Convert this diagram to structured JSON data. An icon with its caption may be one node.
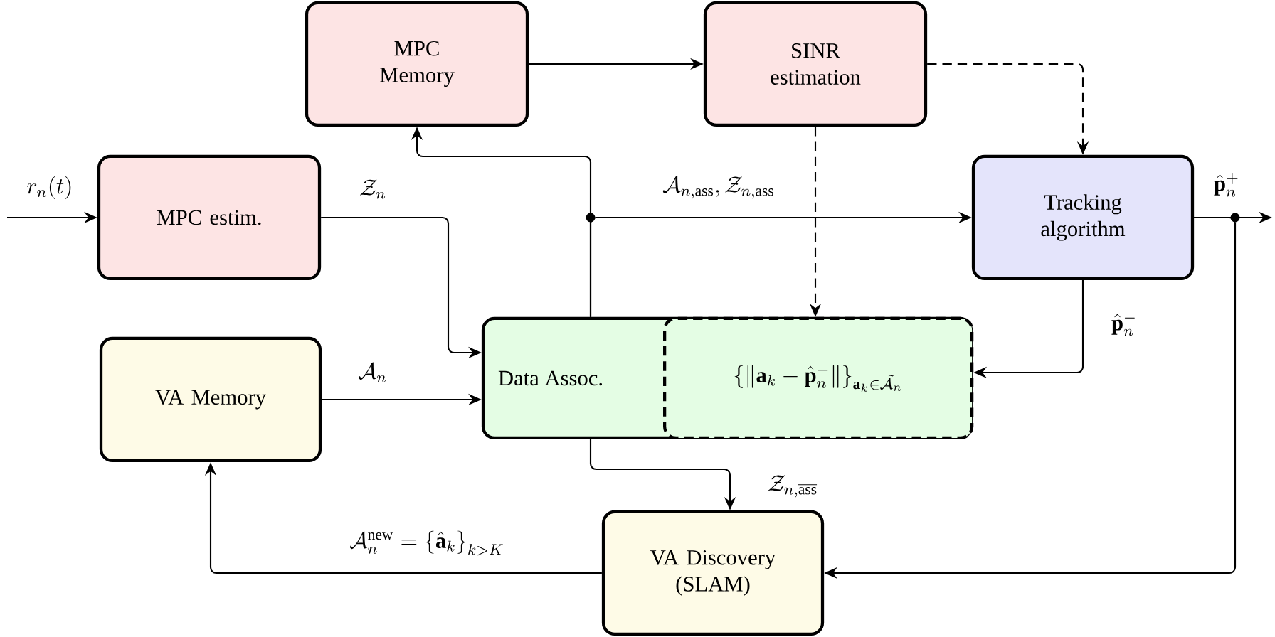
{
  "diagram": {
    "nodes": [
      {
        "text": [
          "MPC Memory"
        ]
      },
      {
        "text": [
          "SINR estimation"
        ]
      },
      {
        "text": [
          "MPC estim."
        ]
      },
      {
        "text": [
          "Tracking algorithm"
        ]
      },
      {
        "text": [
          "VA Memory"
        ]
      },
      {
        "text": [
          "Data Assoc."
        ]
      },
      {
        "text": [
          "\\left\\{\\|\\mathbf{a}_k-\\hat{\\mathbf{p}}_n^-\\|\\right\\}_{\\mathbf{a}_k\\in\\tilde{\\mathcal{A}_n}}"
        ],
        "in": 5
      },
      {
        "text": [
          "VA Discovery (SLAM)"
        ]
      }
    ],
    "edges": [
      {
        "from": null,
        "to": 2,
        "arrow": "to",
        "label": "r_n(t)"
      },
      {
        "from": 2,
        "to": 5,
        "arrow": "to",
        "label": "\\mathcal{Z}_n"
      },
      {
        "from": 4,
        "to": 5,
        "arrow": "to",
        "label": "\\mathcal{A}_n"
      },
      {
        "from": 5,
        "to": 0,
        "arrow": "to"
      },
      {
        "from": 5,
        "to": 3,
        "arrow": "to",
        "label": "\\mathcal{A}_{n,\\mathrm{ass}}, \\mathcal{Z}_{n,\\mathrm{ass}}"
      },
      {
        "from": 0,
        "to": 1,
        "arrow": "to"
      },
      {
        "from": 1,
        "to": 3,
        "arrow": "to",
        "style": "dashed"
      },
      {
        "from": 1,
        "to": 6,
        "arrow": "to",
        "style": "dashed"
      },
      {
        "from": 3,
        "to": 6,
        "arrow": "to",
        "label": "\\hat{\\mathbf{p}}_n^-"
      },
      {
        "from": 3,
        "to": null,
        "arrow": "to",
        "label": "\\hat{\\mathbf{p}}_n^+"
      },
      {
        "from": 3,
        "to": 7,
        "arrow": "to"
      },
      {
        "from": 5,
        "to": 7,
        "arrow": "to",
        "label": "\\mathcal{Z}_{n,\\overline{\\mathrm{ass}}}"
      },
      {
        "from": 7,
        "to": 4,
        "arrow": "to",
        "label": "\\mathcal{A}_n^{\\mathrm{new}} = \\left\\{\\hat{\\mathbf{a}}_k\\right\\}_{k>K}"
      }
    ]
  }
}
